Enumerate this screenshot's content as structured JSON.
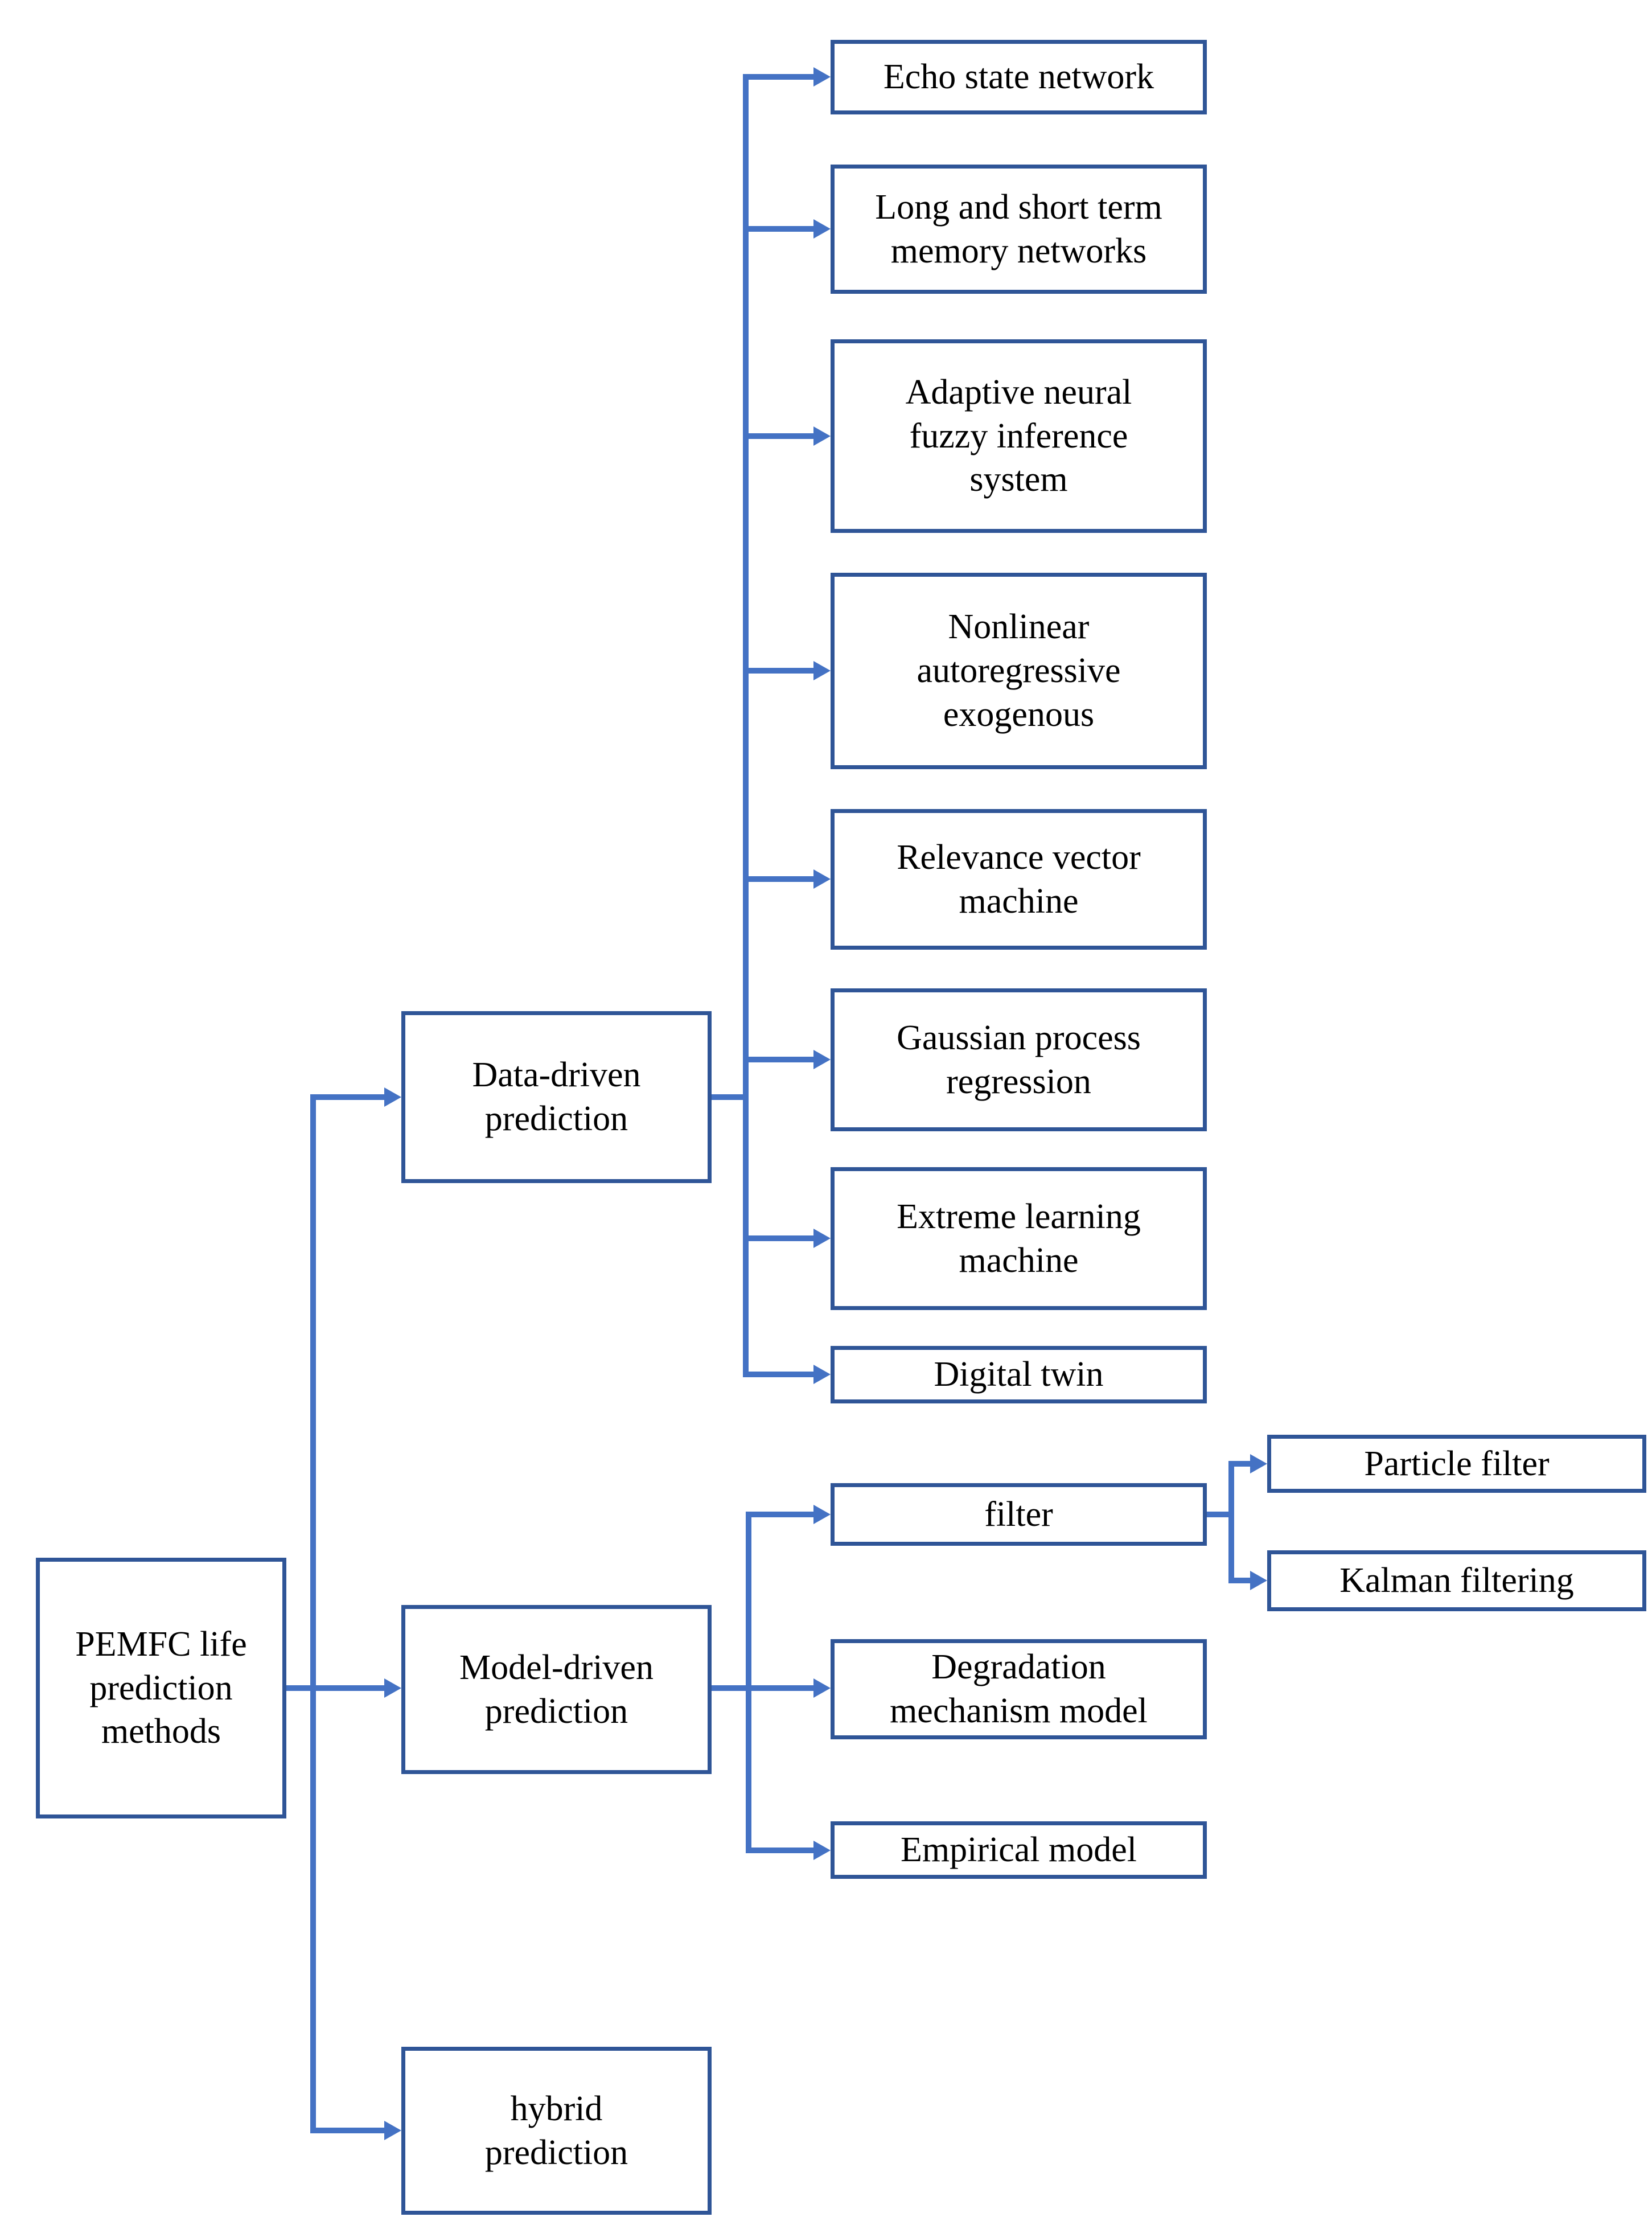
{
  "figure": {
    "type": "hierarchy-diagram",
    "title": "PEMFC life prediction methods",
    "colors": {
      "box_border": "#2F5597",
      "connector": "#4472C4",
      "box_fill": "#FFFFFF",
      "text": "#000000",
      "background": "#FFFFFF"
    }
  },
  "nodes": {
    "root": {
      "label": "PEMFC life\nprediction\nmethods"
    },
    "data_driven": {
      "label": "Data-driven\nprediction"
    },
    "model_driven": {
      "label": "Model-driven\nprediction"
    },
    "hybrid": {
      "label": "hybrid\nprediction"
    },
    "echo": {
      "label": "Echo state network"
    },
    "lstm": {
      "label": "Long and short term\nmemory networks"
    },
    "anfis": {
      "label": "Adaptive neural\nfuzzy inference\nsystem"
    },
    "narx": {
      "label": "Nonlinear\nautoregressive\nexogenous"
    },
    "rvm": {
      "label": "Relevance vector\nmachine"
    },
    "gpr": {
      "label": "Gaussian process\nregression"
    },
    "elm": {
      "label": "Extreme learning\nmachine"
    },
    "digital_twin": {
      "label": "Digital twin"
    },
    "filter": {
      "label": "filter"
    },
    "degradation": {
      "label": "Degradation\nmechanism model"
    },
    "empirical": {
      "label": "Empirical model"
    },
    "particle": {
      "label": "Particle filter"
    },
    "kalman": {
      "label": "Kalman filtering"
    }
  },
  "edges": [
    {
      "from": "root",
      "to": "data_driven"
    },
    {
      "from": "root",
      "to": "model_driven"
    },
    {
      "from": "root",
      "to": "hybrid"
    },
    {
      "from": "data_driven",
      "to": "echo"
    },
    {
      "from": "data_driven",
      "to": "lstm"
    },
    {
      "from": "data_driven",
      "to": "anfis"
    },
    {
      "from": "data_driven",
      "to": "narx"
    },
    {
      "from": "data_driven",
      "to": "rvm"
    },
    {
      "from": "data_driven",
      "to": "gpr"
    },
    {
      "from": "data_driven",
      "to": "elm"
    },
    {
      "from": "data_driven",
      "to": "digital_twin"
    },
    {
      "from": "model_driven",
      "to": "filter"
    },
    {
      "from": "model_driven",
      "to": "degradation"
    },
    {
      "from": "model_driven",
      "to": "empirical"
    },
    {
      "from": "filter",
      "to": "particle"
    },
    {
      "from": "filter",
      "to": "kalman"
    }
  ]
}
